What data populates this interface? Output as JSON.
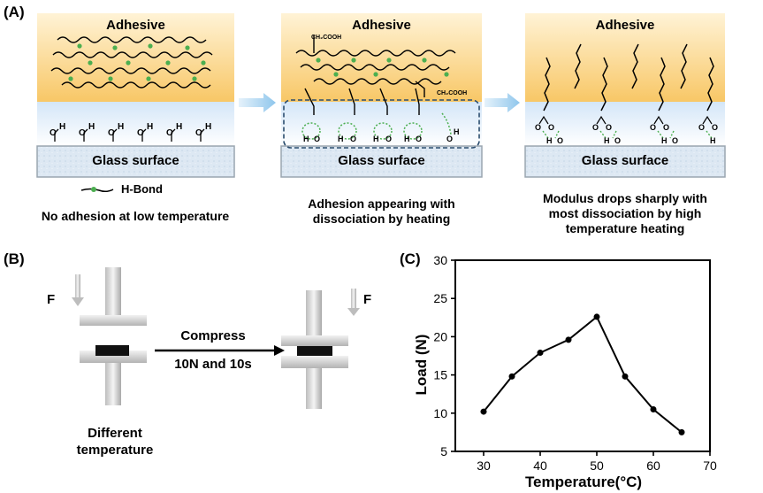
{
  "panels": {
    "a_letter": "(A)",
    "b_letter": "(B)",
    "c_letter": "(C)"
  },
  "panel_a": {
    "adhesive_label": "Adhesive",
    "glass_label": "Glass surface",
    "chem_label": "CH₂COOH",
    "legend_label": "H-Bond",
    "captions": [
      "No adhesion at low temperature",
      "Adhesion appearing with dissociation by heating",
      "Modulus drops sharply with most dissociation by high temperature heating"
    ],
    "caption_lines": [
      [
        "No adhesion at low temperature"
      ],
      [
        "Adhesion appearing with",
        "dissociation by heating"
      ],
      [
        "Modulus drops sharply with",
        "most dissociation by high",
        "temperature heating"
      ]
    ],
    "colors": {
      "adhesive_top": "#fde9c0",
      "adhesive_bottom": "#f9c86a",
      "glass_top": "#ffffff",
      "glass_bottom": "#b8d4f0",
      "hbond": "#4caf50"
    }
  },
  "panel_b": {
    "force_label": "F",
    "arrow_top": "Compress",
    "arrow_bottom": "10N and 10s",
    "bottom_line1": "Different",
    "bottom_line2": "temperature"
  },
  "chart_data": {
    "type": "line",
    "xlabel": "Temperature(°C)",
    "ylabel": "Load (N)",
    "x": [
      30,
      35,
      40,
      45,
      50,
      55,
      60,
      65
    ],
    "series": [
      {
        "values": [
          10.2,
          14.8,
          17.9,
          19.6,
          22.6,
          14.8,
          10.5,
          7.5
        ]
      }
    ],
    "xlim": [
      25,
      70
    ],
    "ylim": [
      5,
      30
    ],
    "xticks": [
      30,
      40,
      50,
      60,
      70
    ],
    "yticks": [
      5,
      10,
      15,
      20,
      25,
      30
    ],
    "grid": false,
    "marker": "circle",
    "color": "#000000"
  }
}
